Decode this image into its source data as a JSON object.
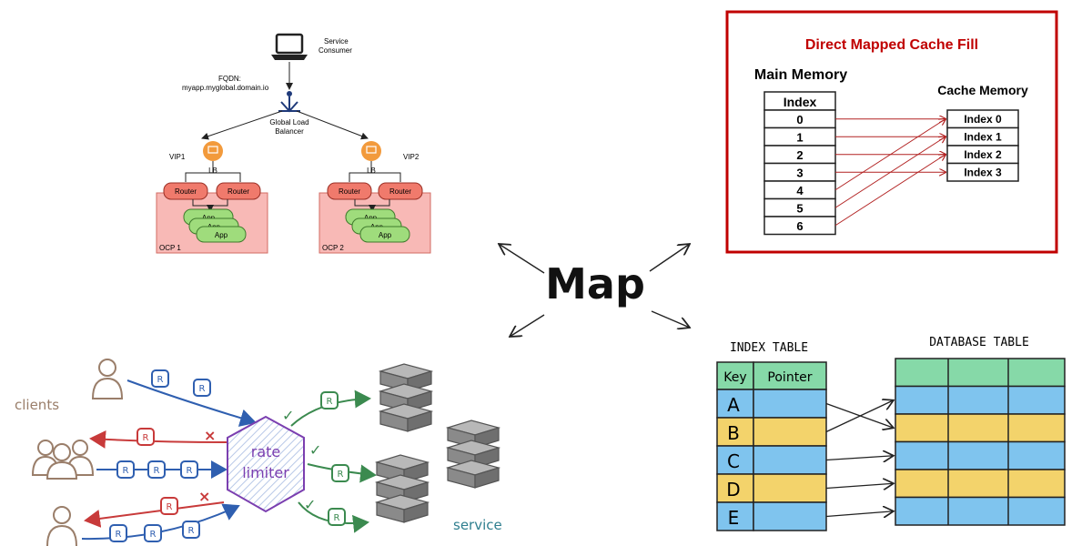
{
  "center": {
    "label": "Map"
  },
  "load_balancer": {
    "consumer_label_1": "Service",
    "consumer_label_2": "Consumer",
    "fqdn_label": "FQDN:",
    "fqdn_value": "myapp.myglobal.domain.io",
    "glb_label_1": "Global Load",
    "glb_label_2": "Balancer",
    "clusters": [
      {
        "vip": "VIP1",
        "lb": "LB",
        "routers": [
          "Router",
          "Router"
        ],
        "apps": [
          "App",
          "App",
          "App"
        ],
        "name": "OCP 1"
      },
      {
        "vip": "VIP2",
        "lb": "LB",
        "routers": [
          "Router",
          "Router"
        ],
        "apps": [
          "App",
          "App",
          "App"
        ],
        "name": "OCP 2"
      }
    ],
    "colors": {
      "cluster_fill": "#f8b9b6",
      "router_fill": "#f07a6c",
      "app_fill": "#9fdc7c",
      "lb_fill": "#f29a3c",
      "glb": "#1f3a7a"
    }
  },
  "cache": {
    "title": "Direct Mapped Cache Fill",
    "main_memory_label": "Main Memory",
    "cache_memory_label": "Cache Memory",
    "index_header": "Index",
    "main_rows": [
      "0",
      "1",
      "2",
      "3",
      "4",
      "5",
      "6"
    ],
    "cache_rows": [
      "Index 0",
      "Index 1",
      "Index 2",
      "Index 3"
    ],
    "mapping": [
      [
        0,
        0
      ],
      [
        1,
        1
      ],
      [
        2,
        2
      ],
      [
        3,
        3
      ],
      [
        4,
        0
      ],
      [
        5,
        1
      ],
      [
        6,
        2
      ]
    ],
    "colors": {
      "border": "#c00000",
      "arrow": "#b22222"
    }
  },
  "rate_limiter": {
    "clients_label": "clients",
    "limiter_label_1": "rate",
    "limiter_label_2": "limiter",
    "service_label": "service",
    "request_token": "R",
    "reject_mark": "×",
    "accept_mark": "✓",
    "colors": {
      "blue": "#2f5fb0",
      "red": "#c83a3a",
      "green": "#3b8a4f",
      "purple": "#7b3fb0",
      "person": "#9a7e6a"
    }
  },
  "index_db": {
    "index_title": "INDEX TABLE",
    "db_title": "DATABASE TABLE",
    "headers": [
      "Key",
      "Pointer"
    ],
    "keys": [
      "A",
      "B",
      "C",
      "D",
      "E"
    ],
    "key_colors": [
      "#7fc4ee",
      "#f3d36b",
      "#7fc4ee",
      "#f3d36b",
      "#7fc4ee"
    ],
    "db_row_colors": [
      "#7fc4ee",
      "#f3d36b",
      "#7fc4ee",
      "#f3d36b",
      "#7fc4ee"
    ],
    "pointer_targets": [
      1,
      0,
      2,
      3,
      4
    ],
    "colors": {
      "header": "#86d9a8",
      "blue": "#7fc4ee",
      "yellow": "#f3d36b"
    }
  }
}
